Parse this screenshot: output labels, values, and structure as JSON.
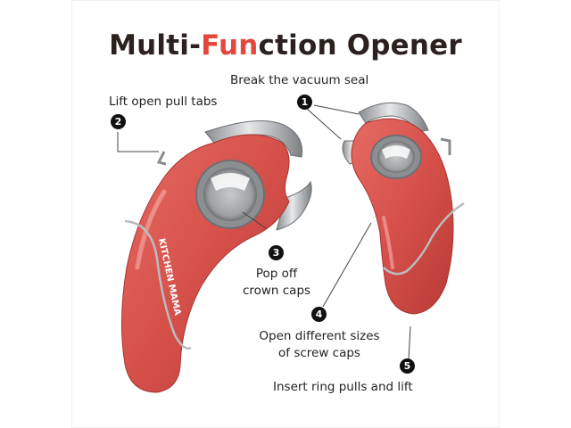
{
  "title": {
    "part1": "Multi-",
    "highlight": "Fun",
    "part2": "ction Opener"
  },
  "brand": "KITCHEN MAMA",
  "colors": {
    "title_dark": "#2b211f",
    "title_accent": "#e4473d",
    "body_red": "#d9564f",
    "steel": "#b9bcbf",
    "badge": "#111111"
  },
  "callouts": [
    {
      "num": "1",
      "text": "Break the vacuum seal"
    },
    {
      "num": "2",
      "text": "Lift open pull tabs"
    },
    {
      "num": "3",
      "line1": "Pop off",
      "line2": "crown caps"
    },
    {
      "num": "4",
      "line1": "Open different sizes",
      "line2": "of screw caps"
    },
    {
      "num": "5",
      "text": "Insert ring pulls and lift"
    }
  ]
}
